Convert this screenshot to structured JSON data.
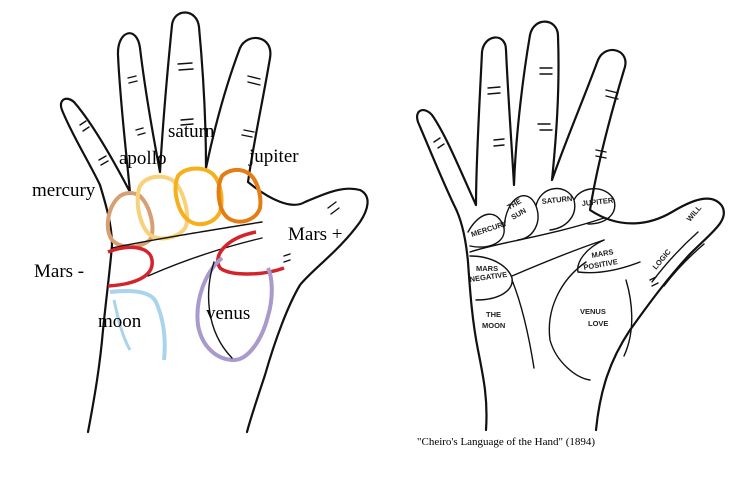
{
  "left_hand": {
    "mounts": {
      "saturn": "saturn",
      "apollo": "apollo",
      "jupiter": "jupiter",
      "mercury": "mercury",
      "mars_plus": "Mars +",
      "mars_minus": "Mars -",
      "moon": "moon",
      "venus": "venus"
    },
    "colors": {
      "mercury": "#d8a072",
      "apollo": "#f7d27a",
      "saturn": "#f5b01c",
      "jupiter": "#e37d15",
      "mars": "#d4232b",
      "moon": "#a9d4ec",
      "venus": "#a999cc"
    }
  },
  "right_hand": {
    "labels": {
      "mercury": "MERCURY",
      "the": "THE",
      "sun": "SUN",
      "saturn": "SATURN",
      "jupiter": "JUPITER",
      "mars_1": "MARS",
      "negative": "NEGATIVE",
      "mars_2": "MARS",
      "positive": "POSITIVE",
      "logic": "LOGIC",
      "will": "WILL",
      "the_2": "THE",
      "moon": "MOON",
      "venus": "VENUS",
      "love": "LOVE"
    }
  },
  "caption": "\"Cheiro's Language of the Hand\" (1894)"
}
